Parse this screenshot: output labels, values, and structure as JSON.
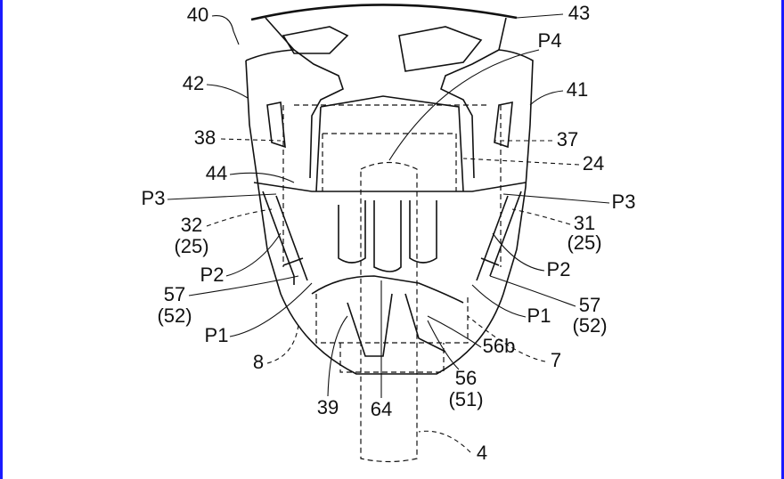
{
  "figure": {
    "labels": {
      "l40": "40",
      "l43": "43",
      "p4": "P4",
      "l42": "42",
      "l41": "41",
      "l38": "38",
      "l37": "37",
      "l44": "44",
      "l24": "24",
      "p3_left": "P3",
      "p3_right": "P3",
      "l32": "32",
      "l32_sub": "(25)",
      "l31": "31",
      "l31_sub": "(25)",
      "p2_left": "P2",
      "p2_right": "P2",
      "l57_left": "57",
      "l57_left_sub": "(52)",
      "l57_right": "57",
      "l57_right_sub": "(52)",
      "p1_left": "P1",
      "p1_right": "P1",
      "l8": "8",
      "l7": "7",
      "l56b": "56b",
      "l56": "56",
      "l56_sub": "(51)",
      "l39": "39",
      "l64": "64",
      "l4": "4"
    }
  }
}
